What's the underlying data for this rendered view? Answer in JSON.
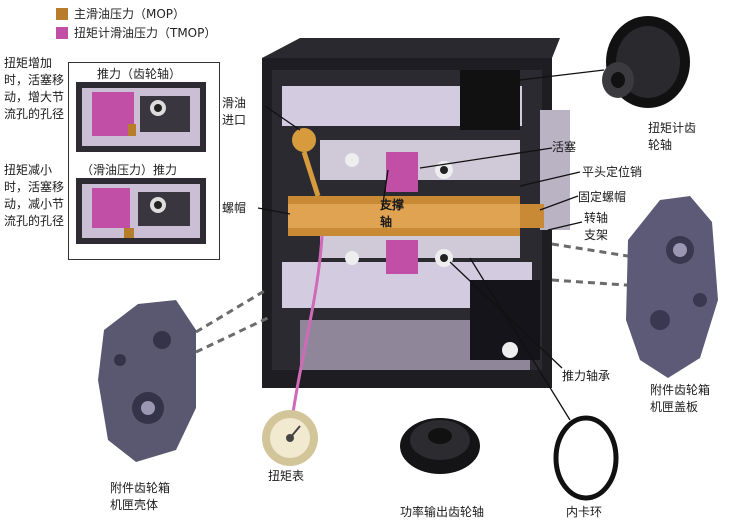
{
  "legend": {
    "items": [
      {
        "label": "主滑油压力（MOP）",
        "color": "#b87d2a"
      },
      {
        "label": "扭矩计滑油压力（TMOP）",
        "color": "#c24fa6"
      }
    ]
  },
  "inset": {
    "top_title": "推力（齿轮轴）",
    "bottom_title": "（滑油压力）推力",
    "note_increase": "扭矩增加时，活塞移动，增大节流孔的孔径",
    "note_decrease": "扭矩减小时，活塞移动，减小节流孔的孔径"
  },
  "labels": {
    "oil_inlet": "滑油进口",
    "nut_left": "螺帽",
    "support_shaft": "支撑轴",
    "piston": "活塞",
    "flat_pin": "平头定位销",
    "fixed_nut": "固定螺帽",
    "shaft_bracket": "转轴支架",
    "thrust_bearing": "推力轴承",
    "torque_gear_shaft": "扭矩计齿轮轴",
    "cover_plate": "附件齿轮箱机匣盖板",
    "gearbox_housing": "附件齿轮箱机匣壳体",
    "torque_meter": "扭矩表",
    "power_output_shaft": "功率输出齿轮轴",
    "inner_ring": "内卡环"
  },
  "colors": {
    "mop": "#b87d2a",
    "tmop": "#c24fa6",
    "metal_dark": "#2a2a2e",
    "metal_light": "#cfc9d8"
  }
}
